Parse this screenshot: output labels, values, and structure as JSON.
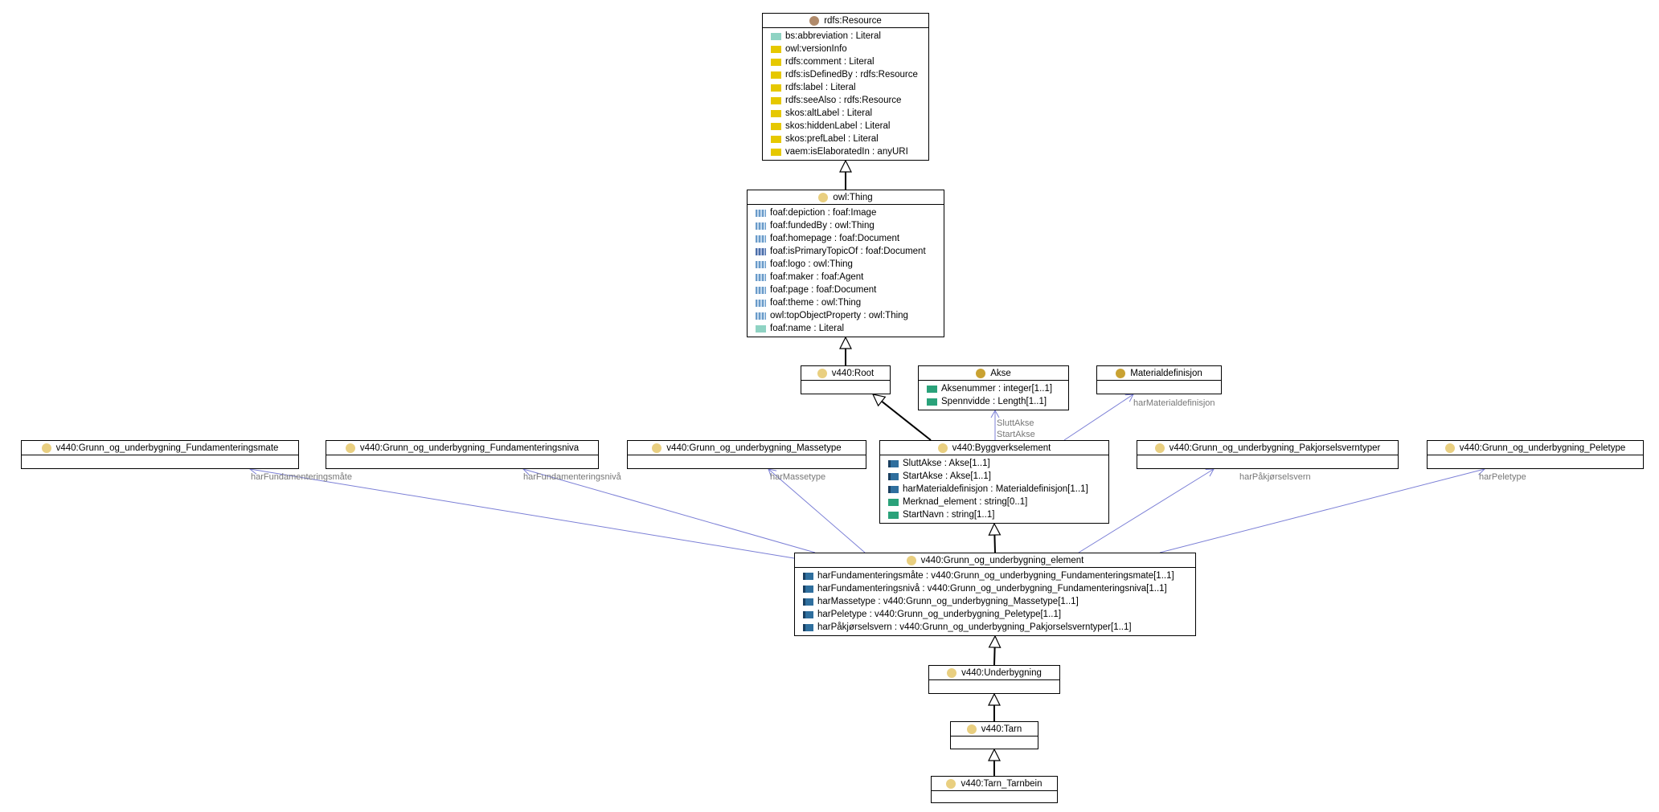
{
  "colors": {
    "resource_dot": "#b08a6a",
    "class_dot": "#e9cf80",
    "external_dot": "#c9a232",
    "link": "#7b7fd6"
  },
  "classes": {
    "resource": {
      "title": "rdfs:Resource",
      "attrs": [
        {
          "text": "bs:abbreviation : Literal",
          "kind": "literal"
        },
        {
          "text": "owl:versionInfo",
          "kind": "annot"
        },
        {
          "text": "rdfs:comment : Literal",
          "kind": "annot"
        },
        {
          "text": "rdfs:isDefinedBy : rdfs:Resource",
          "kind": "annot"
        },
        {
          "text": "rdfs:label : Literal",
          "kind": "annot"
        },
        {
          "text": "rdfs:seeAlso : rdfs:Resource",
          "kind": "annot"
        },
        {
          "text": "skos:altLabel : Literal",
          "kind": "annot"
        },
        {
          "text": "skos:hiddenLabel : Literal",
          "kind": "annot"
        },
        {
          "text": "skos:prefLabel : Literal",
          "kind": "annot"
        },
        {
          "text": "vaem:isElaboratedIn : anyURI",
          "kind": "annot"
        }
      ]
    },
    "thing": {
      "title": "owl:Thing",
      "attrs": [
        {
          "text": "foaf:depiction : foaf:Image",
          "kind": "obj"
        },
        {
          "text": "foaf:fundedBy : owl:Thing",
          "kind": "obj"
        },
        {
          "text": "foaf:homepage : foaf:Document",
          "kind": "obj"
        },
        {
          "text": "foaf:isPrimaryTopicOf : foaf:Document",
          "kind": "objdark"
        },
        {
          "text": "foaf:logo : owl:Thing",
          "kind": "obj"
        },
        {
          "text": "foaf:maker : foaf:Agent",
          "kind": "obj"
        },
        {
          "text": "foaf:page : foaf:Document",
          "kind": "obj"
        },
        {
          "text": "foaf:theme : owl:Thing",
          "kind": "obj"
        },
        {
          "text": "owl:topObjectProperty : owl:Thing",
          "kind": "obj"
        },
        {
          "text": "foaf:name : Literal",
          "kind": "literal"
        }
      ]
    },
    "root": {
      "title": "v440:Root",
      "attrs": []
    },
    "akse": {
      "title": "Akse",
      "attrs": [
        {
          "text": "Aksenummer : integer[1..1]",
          "kind": "green"
        },
        {
          "text": "Spennvidde : Length[1..1]",
          "kind": "green"
        }
      ]
    },
    "materialdefinisjon": {
      "title": "Materialdefinisjon",
      "attrs": []
    },
    "fund_mate": {
      "title": "v440:Grunn_og_underbygning_Fundamenteringsmate",
      "attrs": []
    },
    "fund_niva": {
      "title": "v440:Grunn_og_underbygning_Fundamenteringsniva",
      "attrs": []
    },
    "massetype": {
      "title": "v440:Grunn_og_underbygning_Massetype",
      "attrs": []
    },
    "byggverk": {
      "title": "v440:Byggverkselement",
      "attrs": [
        {
          "text": "SluttAkse : Akse[1..1]",
          "kind": "blue"
        },
        {
          "text": "StartAkse : Akse[1..1]",
          "kind": "blue"
        },
        {
          "text": "harMaterialdefinisjon : Materialdefinisjon[1..1]",
          "kind": "blue"
        },
        {
          "text": "Merknad_element : string[0..1]",
          "kind": "green"
        },
        {
          "text": "StartNavn : string[1..1]",
          "kind": "green"
        }
      ]
    },
    "pakjorsel": {
      "title": "v440:Grunn_og_underbygning_Pakjorselsverntyper",
      "attrs": []
    },
    "peletype": {
      "title": "v440:Grunn_og_underbygning_Peletype",
      "attrs": []
    },
    "element": {
      "title": "v440:Grunn_og_underbygning_element",
      "attrs": [
        {
          "text": "harFundamenteringsmåte : v440:Grunn_og_underbygning_Fundamenteringsmate[1..1]",
          "kind": "blue"
        },
        {
          "text": "harFundamenteringsnivå : v440:Grunn_og_underbygning_Fundamenteringsniva[1..1]",
          "kind": "blue"
        },
        {
          "text": "harMassetype : v440:Grunn_og_underbygning_Massetype[1..1]",
          "kind": "blue"
        },
        {
          "text": "harPeletype : v440:Grunn_og_underbygning_Peletype[1..1]",
          "kind": "blue"
        },
        {
          "text": "harPåkjørselsvern : v440:Grunn_og_underbygning_Pakjorselsverntyper[1..1]",
          "kind": "blue"
        }
      ]
    },
    "underbygning": {
      "title": "v440:Underbygning",
      "attrs": []
    },
    "tarn": {
      "title": "v440:Tarn",
      "attrs": []
    },
    "tarn_tarnbein": {
      "title": "v440:Tarn_Tarnbein",
      "attrs": []
    }
  },
  "edge_labels": {
    "har_fund_mate": "harFundamenteringsmåte",
    "har_fund_niva": "harFundamenteringsnivå",
    "har_massetype": "harMassetype",
    "slutt_akse": "SluttAkse",
    "start_akse": "StartAkse",
    "har_materialdefinisjon": "harMaterialdefinisjon",
    "har_pakjorselsvern": "harPåkjørselsvern",
    "har_peletype": "harPeletype"
  }
}
